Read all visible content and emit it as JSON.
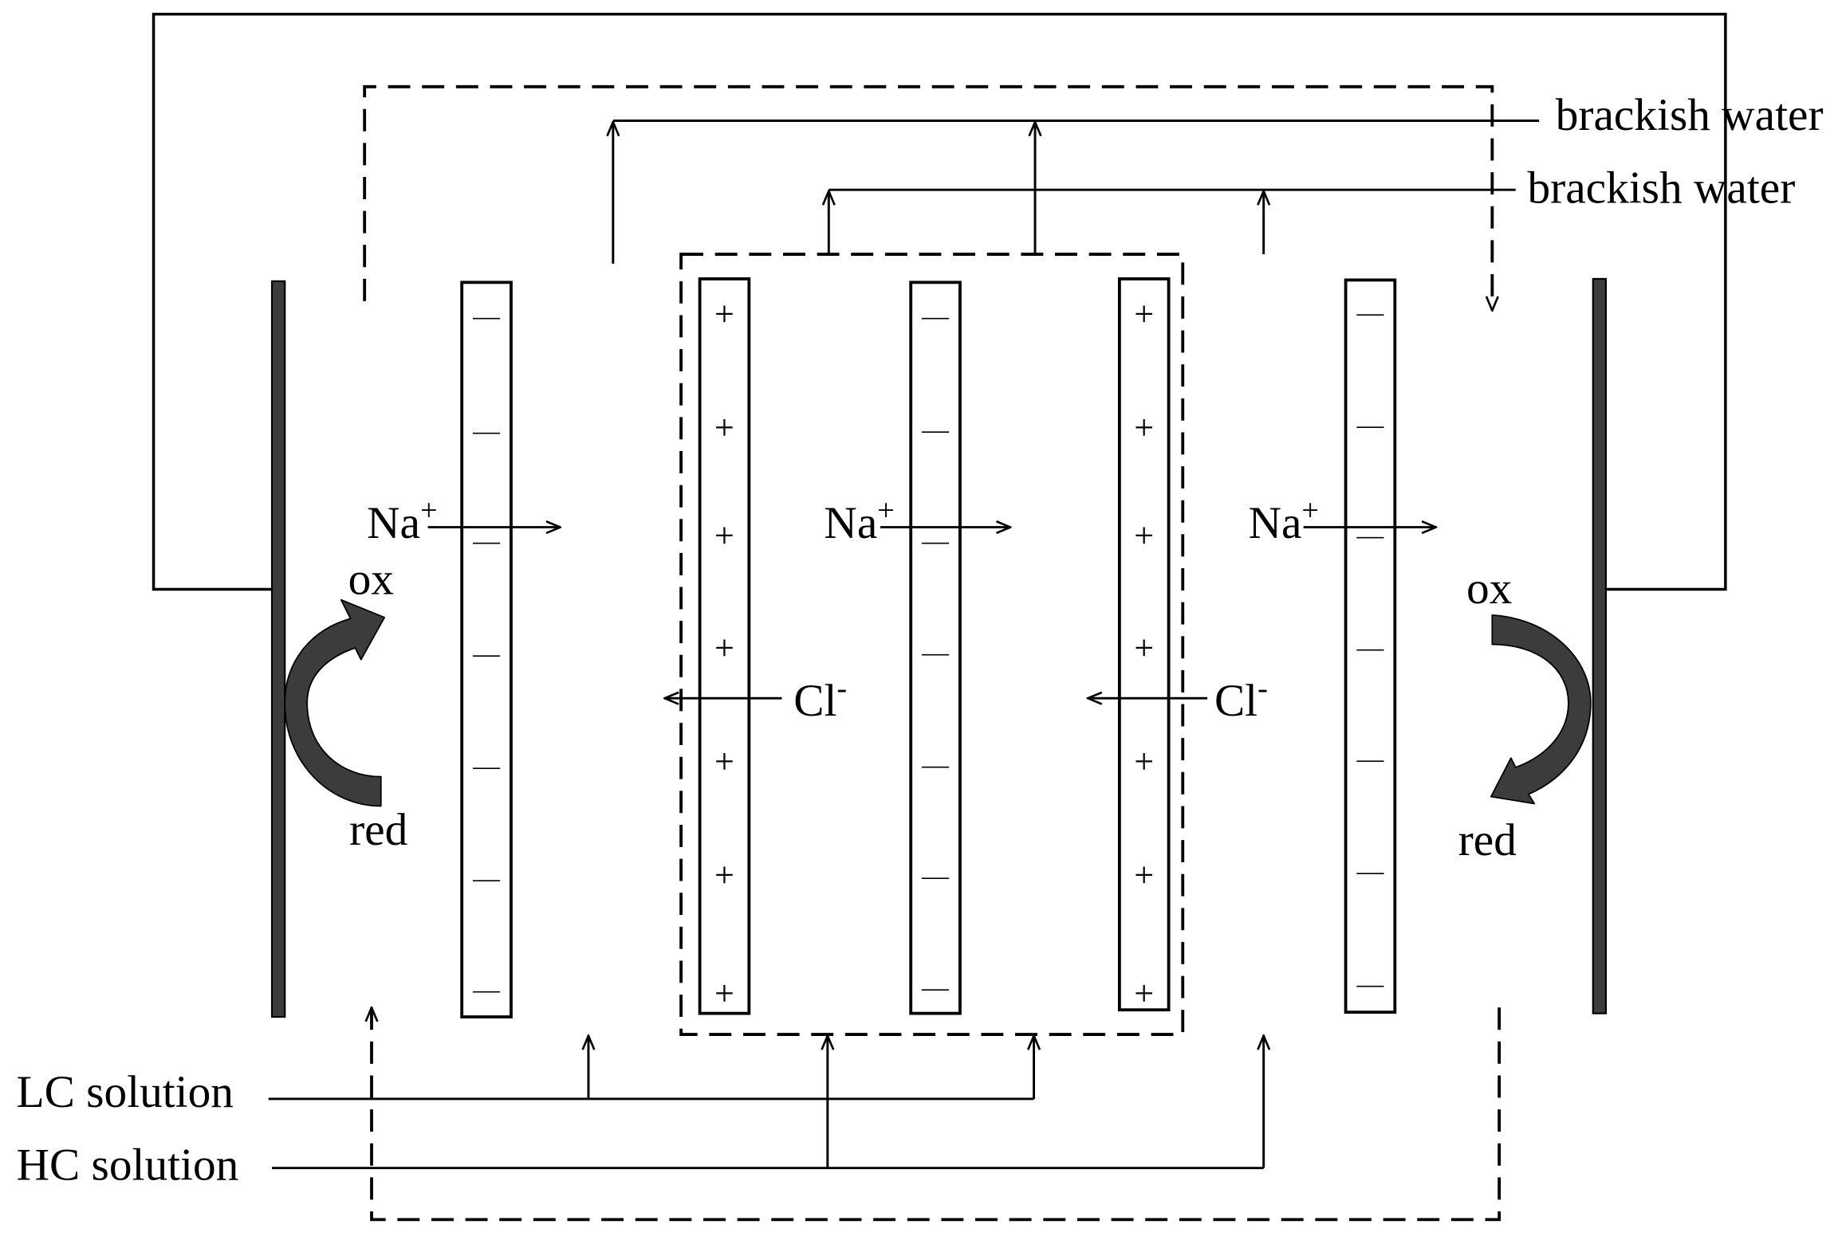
{
  "streams": {
    "brackish_water_upper": "brackish water",
    "brackish_water_lower": "brackish water",
    "lc_solution": "LC solution",
    "hc_solution": "HC solution"
  },
  "cation_labels": [
    {
      "base": "Na",
      "sup": "+"
    },
    {
      "base": "Na",
      "sup": "+"
    },
    {
      "base": "Na",
      "sup": "+"
    }
  ],
  "anion_labels": [
    {
      "base": "Cl",
      "sup": "-"
    },
    {
      "base": "Cl",
      "sup": "-"
    }
  ],
  "electrodes": {
    "left": {
      "ox": "ox",
      "red": "red"
    },
    "right": {
      "ox": "ox",
      "red": "red"
    }
  },
  "membranes": [
    {
      "sign": "—"
    },
    {
      "sign": "+"
    },
    {
      "sign": "—"
    },
    {
      "sign": "+"
    },
    {
      "sign": "—"
    }
  ],
  "colors": {
    "electrode": "#3c3c3c",
    "redox_arrow": "#3c3c3c",
    "line": "#000000",
    "background": "#ffffff"
  }
}
